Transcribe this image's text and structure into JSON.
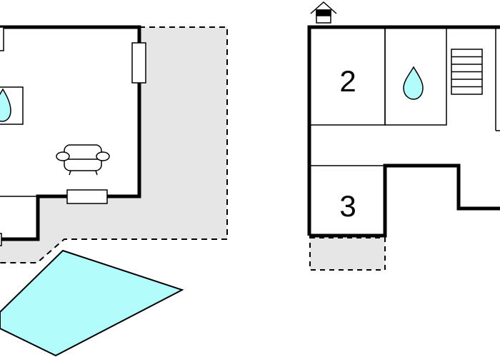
{
  "floor_plan": {
    "rooms": [
      {
        "label": "2",
        "type": "bedroom"
      },
      {
        "label": "3",
        "type": "bedroom"
      }
    ],
    "icons": [
      "water-drop-icon",
      "armchair-icon",
      "stairs-icon",
      "entrance-house-icon",
      "pool"
    ],
    "colors": {
      "wall": "#000000",
      "terrace": "#e6e6e6",
      "water": "#b2fcfc"
    }
  }
}
